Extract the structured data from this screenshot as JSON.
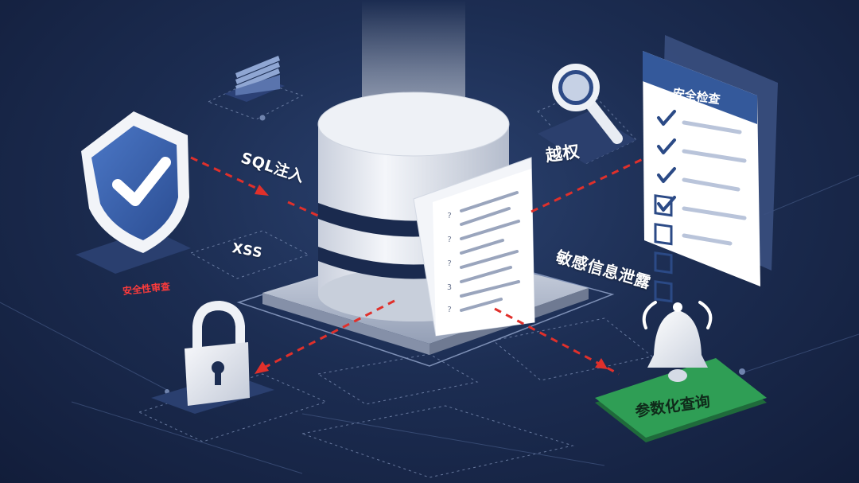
{
  "labels": {
    "sql_injection": "SQL注入",
    "xss": "XSS",
    "privilege_escalation": "越权",
    "sensitive_info_leak": "敏感信息泄露",
    "security_review": "安全性审查",
    "parameterized_query": "参数化查询",
    "security_checklist_title": "安全检查"
  },
  "icons": [
    "shield-check-icon",
    "stack-layers-icon",
    "database-icon",
    "document-icon",
    "magnifier-icon",
    "checklist-icon",
    "padlock-icon",
    "bell-icon"
  ],
  "colors": {
    "background": "#1c2d52",
    "attack_arrow": "#e0302b",
    "green_plate": "#2f9e55",
    "panel_header": "#34599b",
    "shield": "#3c66b3"
  }
}
